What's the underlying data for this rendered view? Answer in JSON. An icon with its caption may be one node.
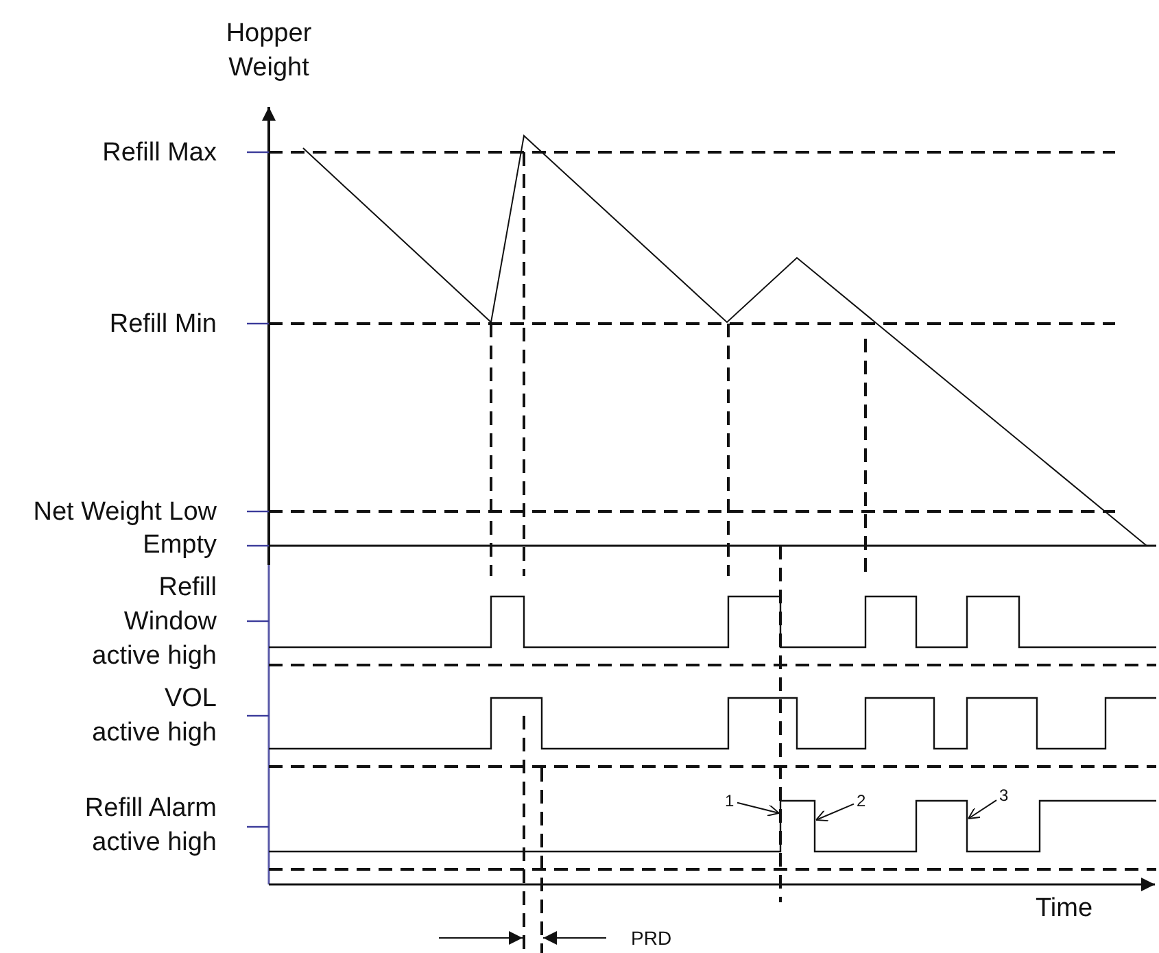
{
  "diagram": {
    "nodes": [
      {
        "text": [
          "1"
        ]
      },
      {
        "text": [
          "2"
        ]
      },
      {
        "text": [
          "3"
        ]
      }
    ],
    "edges": [
      {
        "from": 0,
        "to": null,
        "arrow": "to"
      },
      {
        "from": 1,
        "to": null,
        "arrow": "to"
      },
      {
        "from": 2,
        "to": null,
        "arrow": "to"
      }
    ],
    "labels": [
      "Hopper Weight",
      "Refill Max",
      "Refill Min",
      "Net Weight Low",
      "Empty",
      "Refill Window active high",
      "VOL active high",
      "Refill Alarm active high",
      "Time",
      "PRD"
    ]
  }
}
